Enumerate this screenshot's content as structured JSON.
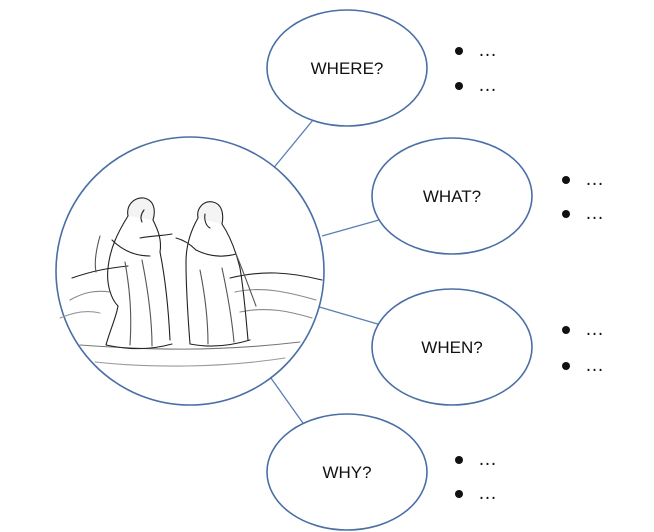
{
  "diagram": {
    "colors": {
      "stroke": "#4a6fa5",
      "line": "#5b7fb3",
      "text": "#111111",
      "background": "#ffffff"
    },
    "center_image": {
      "icon": "two-women-talking-sketch"
    },
    "nodes": [
      {
        "label": "WHERE?",
        "bullets": [
          "…",
          "…"
        ]
      },
      {
        "label": "WHAT?",
        "bullets": [
          "…",
          "…"
        ]
      },
      {
        "label": "WHEN?",
        "bullets": [
          "…",
          "…"
        ]
      },
      {
        "label": "WHY?",
        "bullets": [
          "…",
          "…"
        ]
      }
    ]
  }
}
